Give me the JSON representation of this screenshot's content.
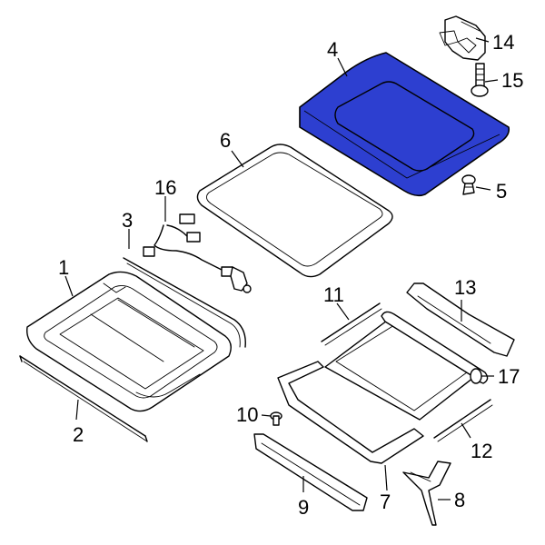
{
  "diagram": {
    "highlight_color": "#2d3fd0",
    "callouts": {
      "c1": "1",
      "c2": "2",
      "c3": "3",
      "c4": "4",
      "c5": "5",
      "c6": "6",
      "c7": "7",
      "c8": "8",
      "c9": "9",
      "c10": "10",
      "c11": "11",
      "c12": "12",
      "c13": "13",
      "c14": "14",
      "c15": "15",
      "c16": "16",
      "c17": "17"
    }
  }
}
